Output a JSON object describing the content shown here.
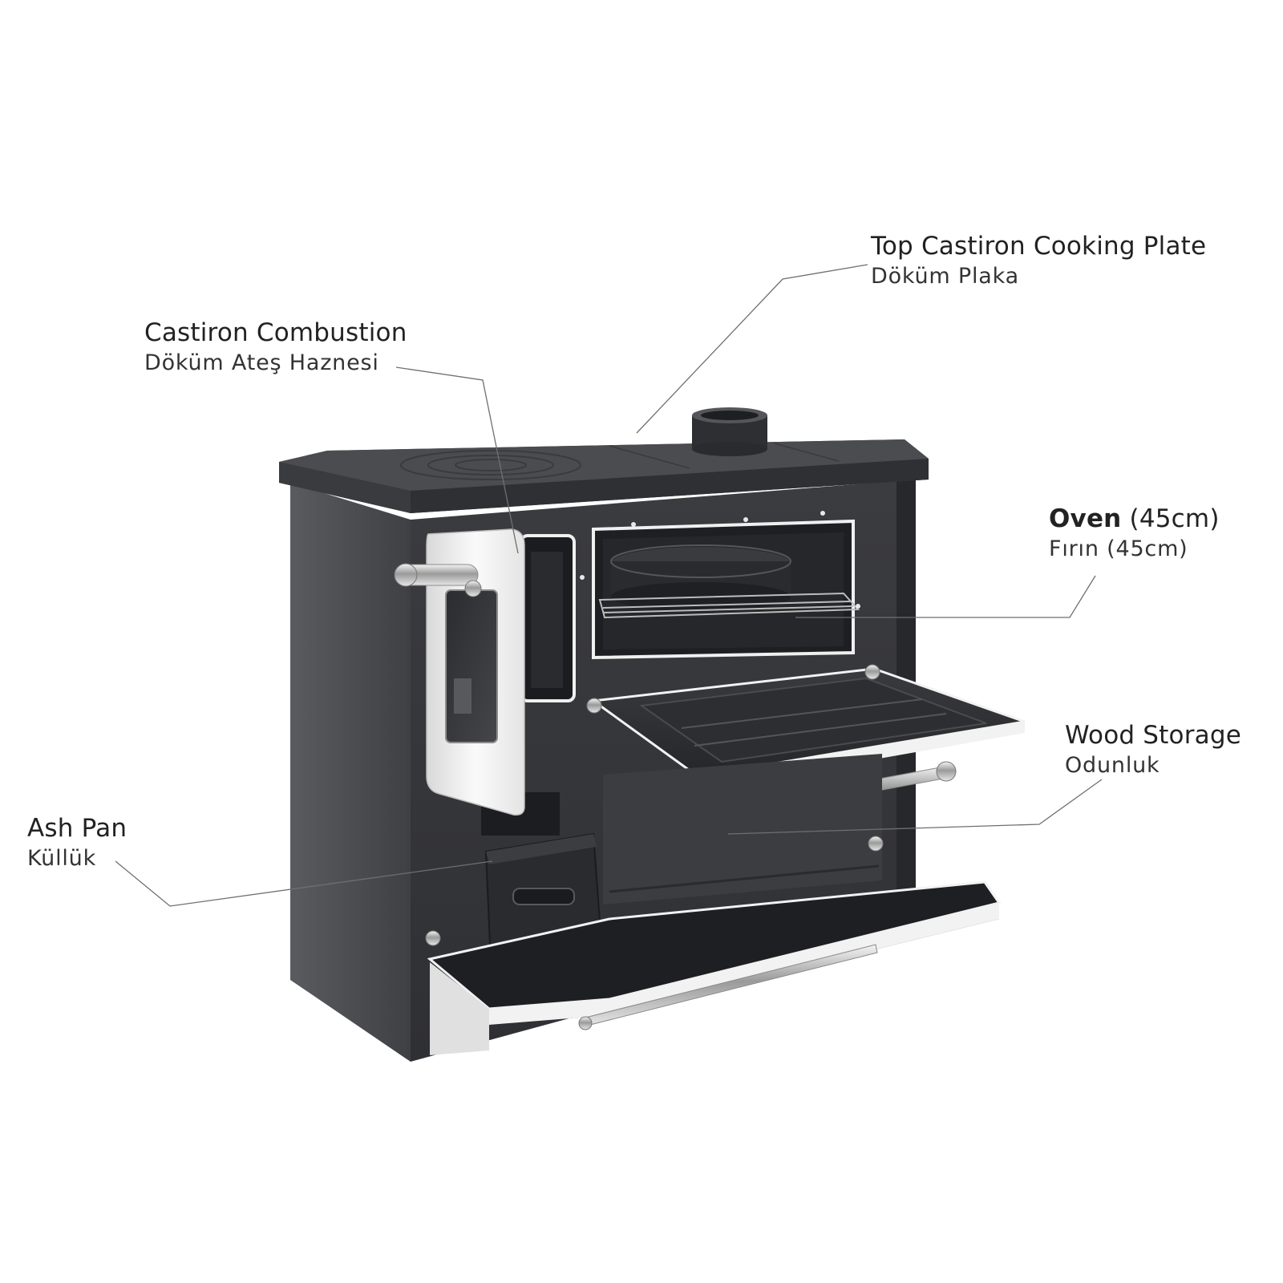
{
  "colors": {
    "body": "#4a4b4f",
    "top_plate": "#3e3f43",
    "enamel_white": "#f2f2f2",
    "leader_line": "#6f6f6f",
    "text": "#222222"
  },
  "callouts": {
    "top_plate": {
      "title": "Top Castiron Cooking Plate",
      "subtitle": "Döküm Plaka"
    },
    "combustion": {
      "title": "Castiron Combustion",
      "subtitle": "Döküm Ateş Haznesi"
    },
    "oven": {
      "title": "Oven",
      "size": "(45cm)",
      "subtitle": "Fırın (45cm)"
    },
    "wood": {
      "title": "Wood Storage",
      "subtitle": "Odunluk"
    },
    "ash": {
      "title": "Ash Pan",
      "subtitle": "Küllük"
    }
  }
}
